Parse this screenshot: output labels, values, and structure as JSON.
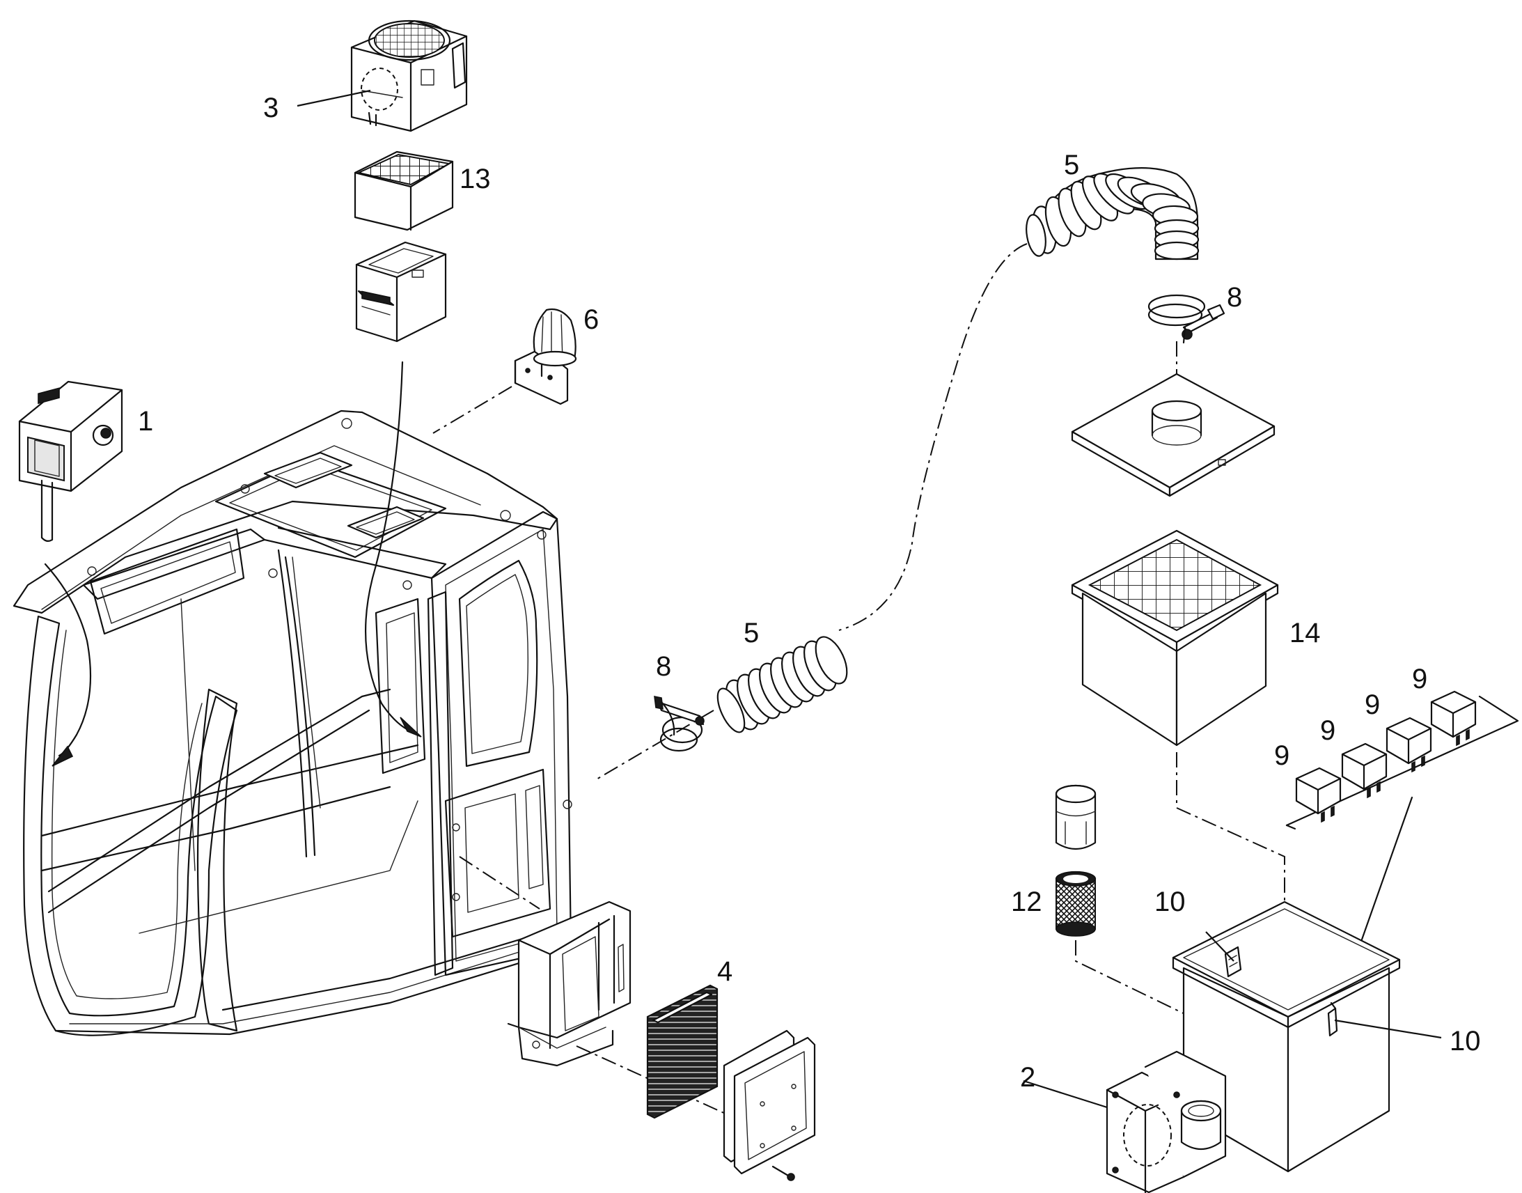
{
  "diagram": {
    "callouts": {
      "c1": "1",
      "c2": "2",
      "c3": "3",
      "c4": "4",
      "c5a": "5",
      "c5b": "5",
      "c6": "6",
      "c8a": "8",
      "c8b": "8",
      "c9a": "9",
      "c9b": "9",
      "c9c": "9",
      "c9d": "9",
      "c10a": "10",
      "c10b": "10",
      "c12": "12",
      "c13": "13",
      "c14": "14"
    },
    "colors": {
      "line": "#111111",
      "background": "#ffffff"
    }
  }
}
